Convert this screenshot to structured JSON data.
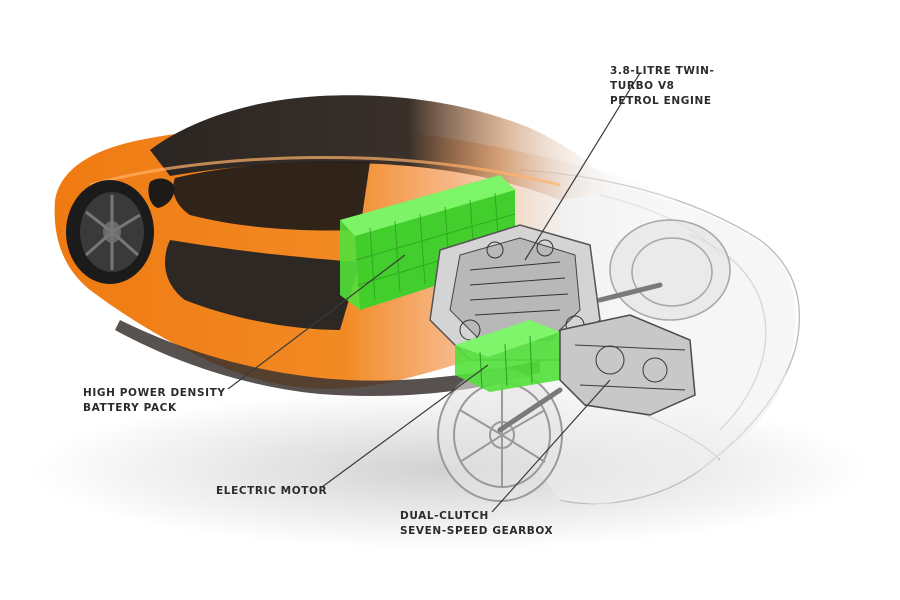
{
  "diagram": {
    "labels": {
      "engine_line1": "3.8-LITRE TWIN-",
      "engine_line2": "TURBO V8",
      "engine_line3": "PETROL ENGINE",
      "battery_line1": "HIGH POWER DENSITY",
      "battery_line2": "BATTERY PACK",
      "motor_line1": "ELECTRIC MOTOR",
      "gearbox_line1": "DUAL-CLUTCH",
      "gearbox_line2": "SEVEN-SPEED GEARBOX"
    },
    "colors": {
      "body_orange": "#f07a12",
      "body_orange_dark": "#c85a06",
      "carbon": "#2a2522",
      "battery_green": "#52e03a",
      "ghost_grey": "#d9d9d9",
      "engine_grey": "#8a8a8a",
      "leader_line": "#3a3a3a"
    }
  }
}
